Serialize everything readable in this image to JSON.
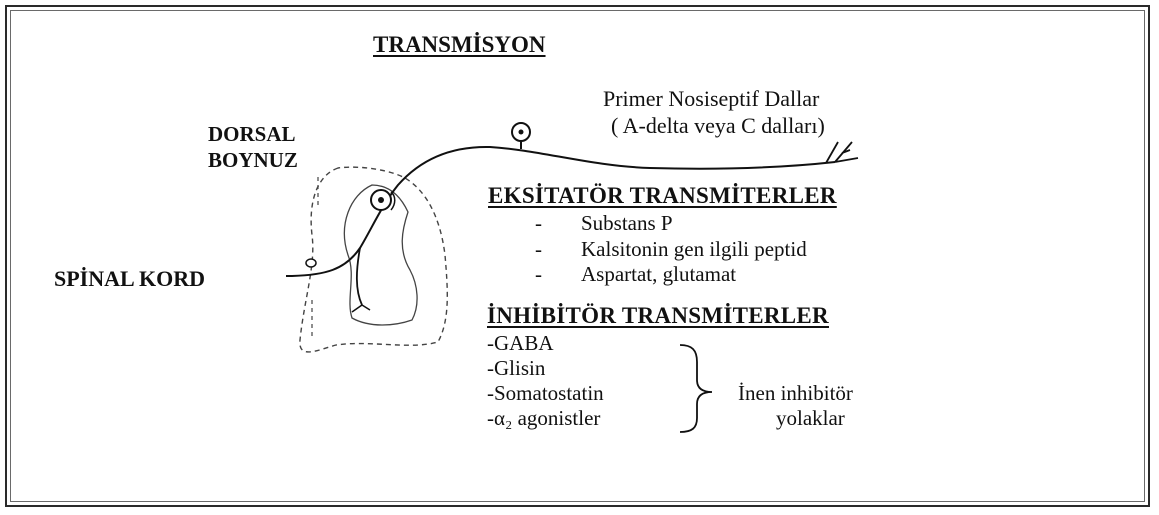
{
  "title": "TRANSMİSYON",
  "labels": {
    "afferent_line1": "Primer Nosiseptif Dallar",
    "afferent_line2": "( A-delta veya C dalları)",
    "dorsal_line1": "DORSAL",
    "dorsal_line2": "BOYNUZ",
    "spinal_cord": "SPİNAL KORD"
  },
  "excitatory": {
    "heading": "EKSİTATÖR TRANSMİTERLER",
    "items": [
      "Substans P",
      "Kalsitonin gen ilgili peptid",
      "Aspartat, glutamat"
    ],
    "bullet": "-"
  },
  "inhibitory": {
    "heading": "İNHİBİTÖR TRANSMİTERLER",
    "items": [
      "-GABA",
      "-Glisin",
      "-Somatostatin",
      "-α₂ agonistler"
    ],
    "descending_line1": "İnen inhibitör",
    "descending_line2": "yolaklar"
  }
}
